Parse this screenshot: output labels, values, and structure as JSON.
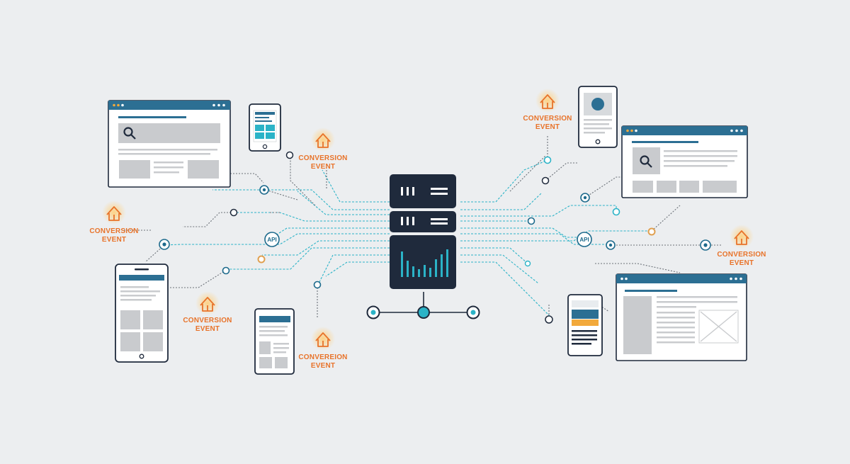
{
  "conversion_events": [
    {
      "line1": "CONVERSION",
      "line2": "EVENT"
    },
    {
      "line1": "CONVERSION",
      "line2": "EVENT"
    },
    {
      "line1": "CONVERSION",
      "line2": "EVENT"
    },
    {
      "line1": "CONVEREION",
      "line2": "EVENT"
    },
    {
      "line1": "CONVERSION",
      "line2": "EVENT"
    },
    {
      "line1": "CONVERSION",
      "line2": "EVENT"
    }
  ],
  "api_nodes": [
    {
      "label": "API"
    },
    {
      "label": "API"
    }
  ],
  "colors": {
    "background": "#eceef0",
    "server": "#1f2a3c",
    "accent_teal": "#2bb3c7",
    "accent_blue": "#1d6a8c",
    "conversion_orange": "#e8732a",
    "frame_blue": "#2c6f93",
    "placeholder_gray": "#c9cbce"
  },
  "icons": [
    "server-icon",
    "search-icon",
    "conversion-house-icon",
    "image-placeholder-icon"
  ]
}
